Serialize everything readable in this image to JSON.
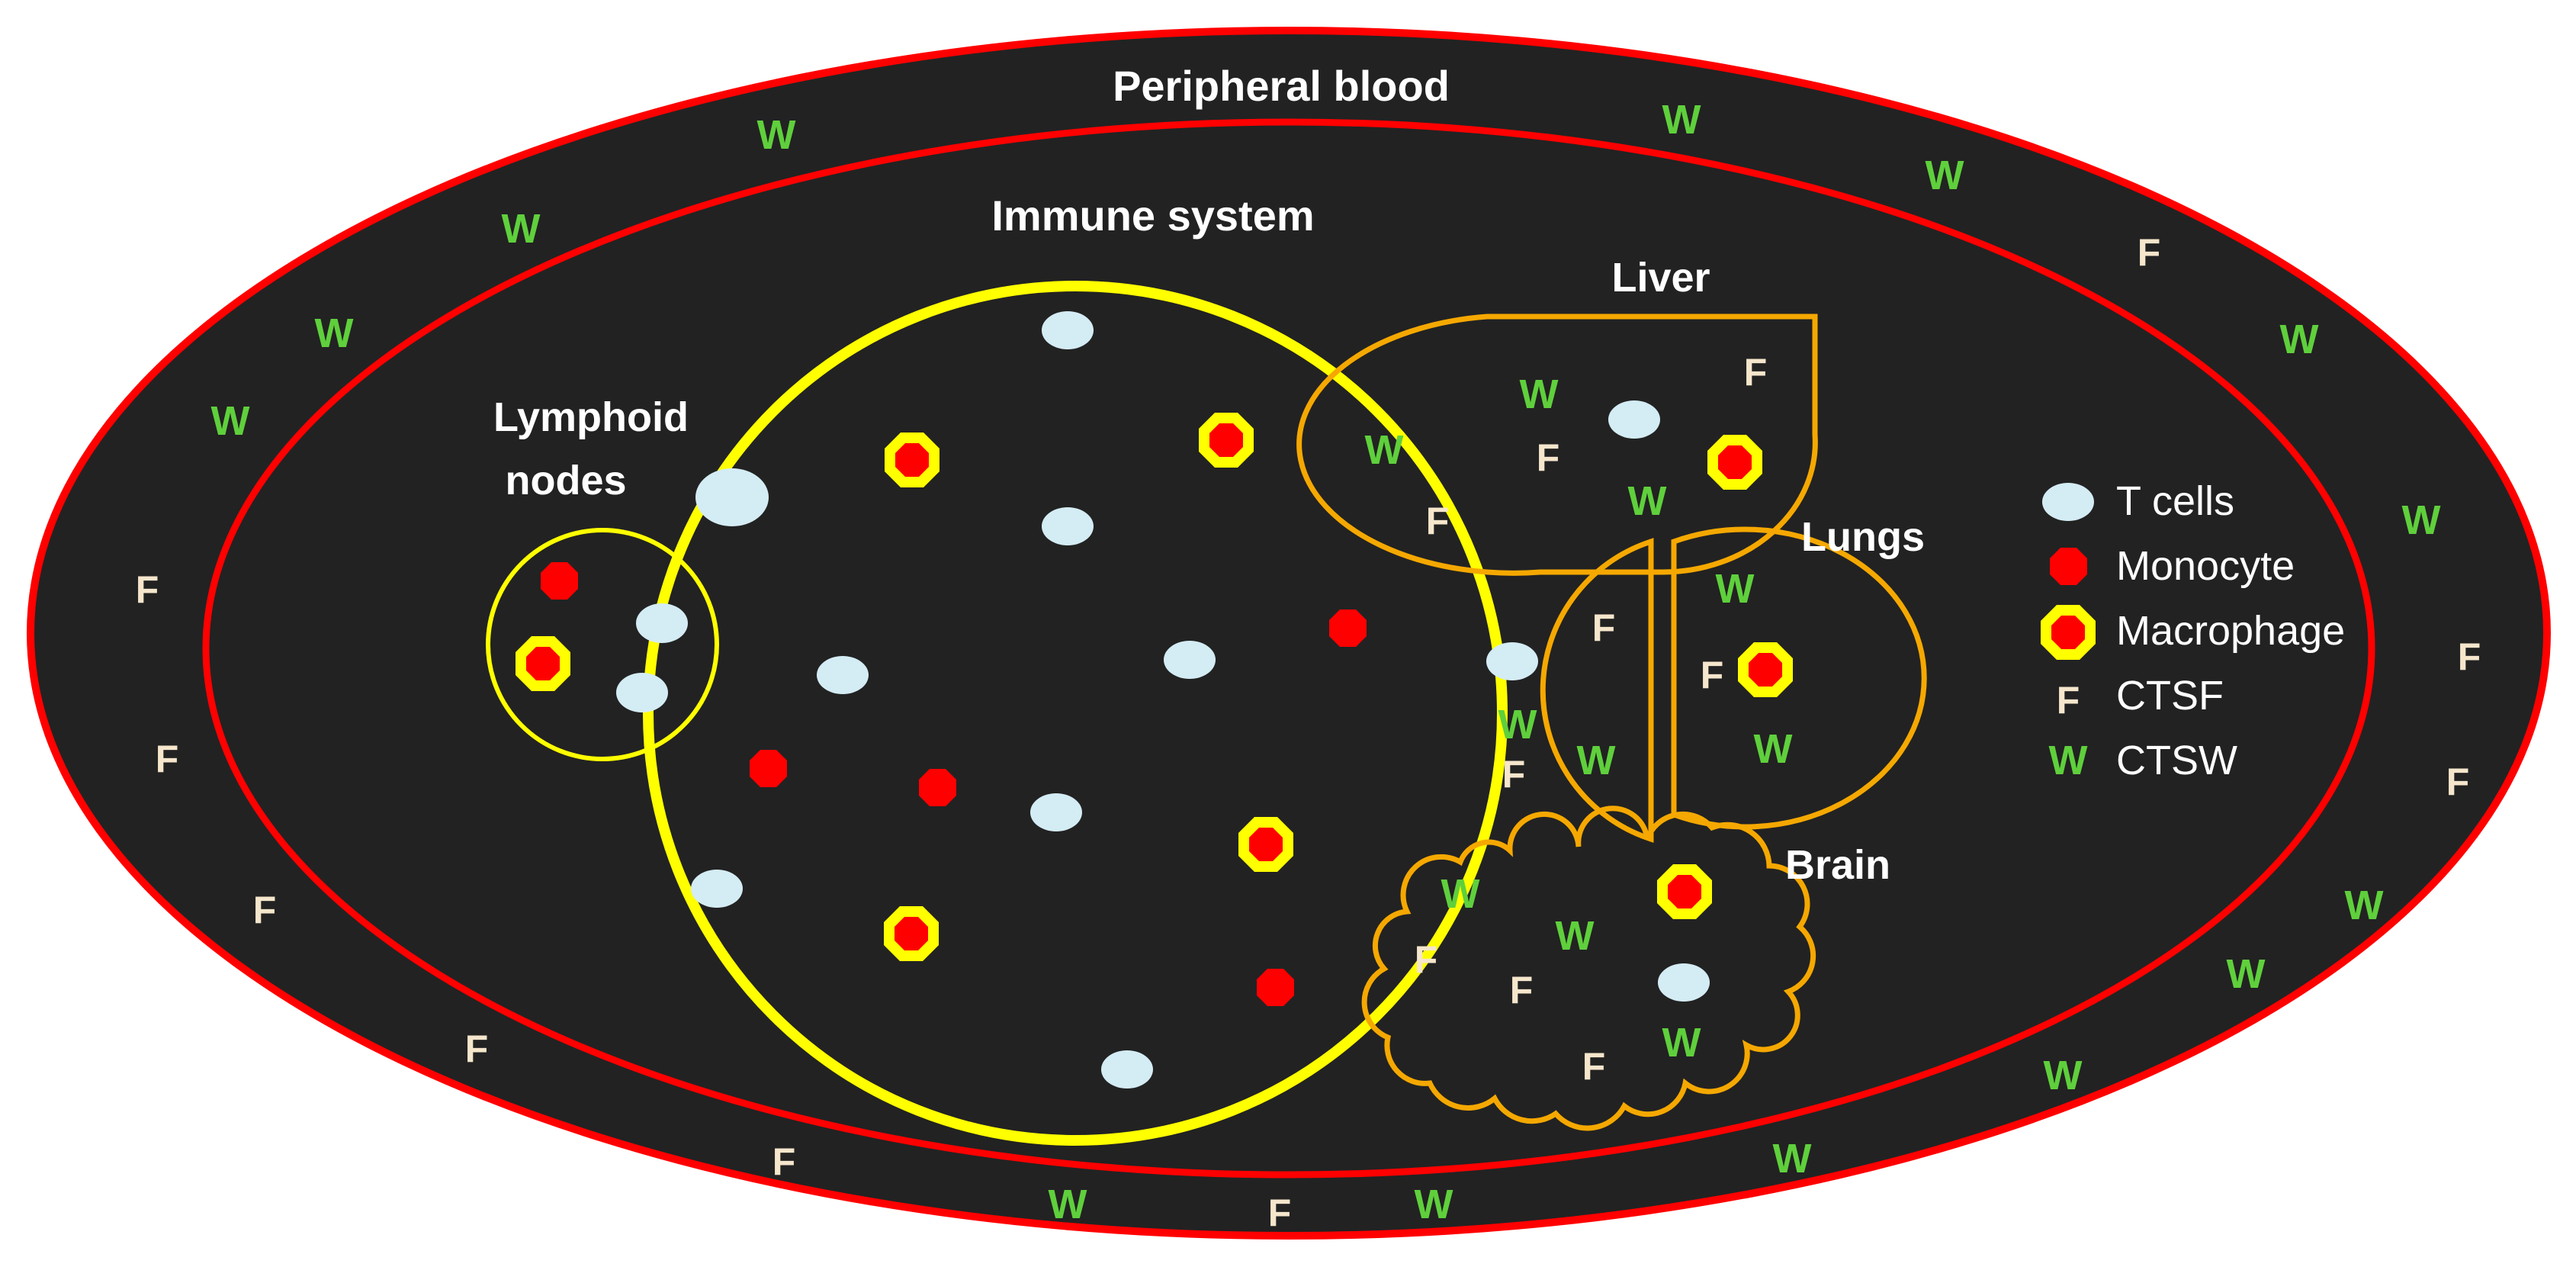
{
  "regions": {
    "peripheral_blood": "Peripheral blood",
    "immune_system": "Immune system",
    "lymphoid_nodes_line1": "Lymphoid",
    "lymphoid_nodes_line2": "nodes",
    "liver": "Liver",
    "lungs": "Lungs",
    "brain": "Brain"
  },
  "legend": {
    "t_cells": "T cells",
    "monocyte": "Monocyte",
    "macrophage": "Macrophage",
    "ctsf_marker": "F",
    "ctsf": "CTSF",
    "ctsw_marker": "W",
    "ctsw": "CTSW"
  },
  "markers": {
    "f": "F",
    "w": "W"
  },
  "colors": {
    "background": "#222222",
    "outer_border": "#ff0000",
    "immune_circle": "#ffff00",
    "organ_outline": "#f5a800",
    "t_cell": "#d4ecf4",
    "monocyte": "#ff0000",
    "macrophage_ring": "#ffff00",
    "ctsf_letter": "#f5e6cc",
    "ctsw_letter": "#5fd03c"
  }
}
